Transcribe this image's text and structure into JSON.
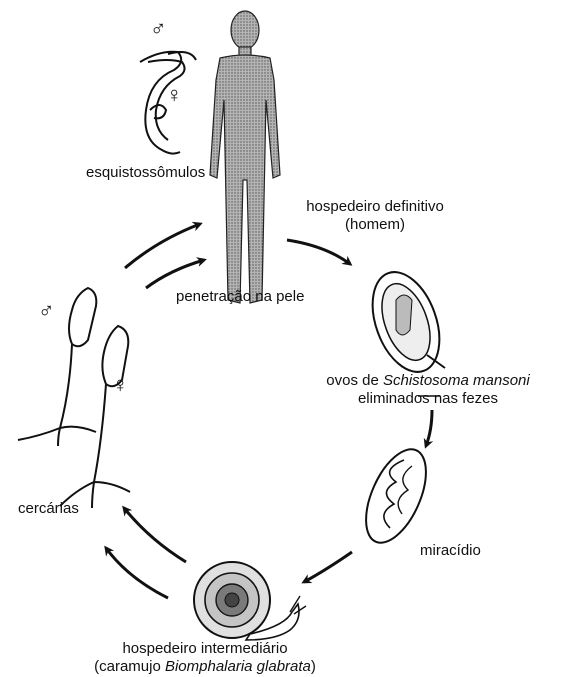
{
  "symbols": {
    "male": "♂",
    "female": "♀"
  },
  "labels": {
    "esquistossomulos": "esquistossômulos",
    "definitive_host": "hospedeiro definitivo",
    "definitive_host_sub": "(homem)",
    "penetration": "penetração na pele",
    "eggs_prefix": "ovos de ",
    "eggs_species": "Schistosoma mansoni",
    "eggs_line2": "eliminados  nas fezes",
    "miracidio": "miracídio",
    "intermediate_host": "hospedeiro intermediário",
    "intermediate_prefix": "(caramujo ",
    "intermediate_species": "Biomphalaria glabrata",
    "intermediate_suffix": ")",
    "cercarias": "cercárias"
  },
  "colors": {
    "ink": "#111111",
    "body_fill": "#9a9a9a",
    "line": "#1a1a1a"
  }
}
